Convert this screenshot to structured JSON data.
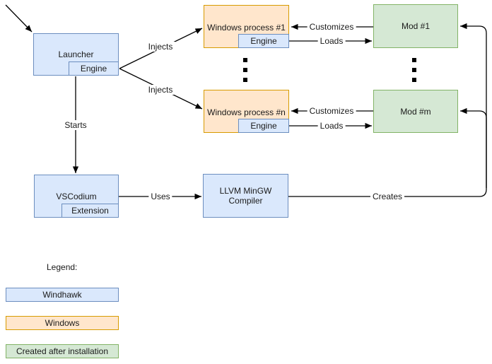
{
  "nodes": {
    "launcher": {
      "label": "Launcher",
      "sub": "Engine"
    },
    "winproc1": {
      "label": "Windows process #1",
      "sub": "Engine"
    },
    "winprocn": {
      "label": "Windows process #n",
      "sub": "Engine"
    },
    "mod1": {
      "label": "Mod #1"
    },
    "modm": {
      "label": "Mod #m"
    },
    "vscodium": {
      "label": "VSCodium",
      "sub": "Extension"
    },
    "compiler": {
      "label": "LLVM MinGW\nCompiler"
    }
  },
  "edges": {
    "injects1": "Injects",
    "injects2": "Injects",
    "customizes1": "Customizes",
    "customizes2": "Customizes",
    "loads1": "Loads",
    "loads2": "Loads",
    "starts": "Starts",
    "uses": "Uses",
    "creates": "Creates"
  },
  "legend": {
    "title": "Legend:",
    "items": [
      {
        "label": "Windhawk",
        "fill": "#dae8fc",
        "stroke": "#6c8ebf"
      },
      {
        "label": "Windows",
        "fill": "#ffe6cc",
        "stroke": "#d79b00"
      },
      {
        "label": "Created after installation",
        "fill": "#d5e8d4",
        "stroke": "#82b366"
      }
    ]
  },
  "colors": {
    "line": "#000000",
    "text": "#1a1a1a",
    "background": "#ffffff"
  }
}
